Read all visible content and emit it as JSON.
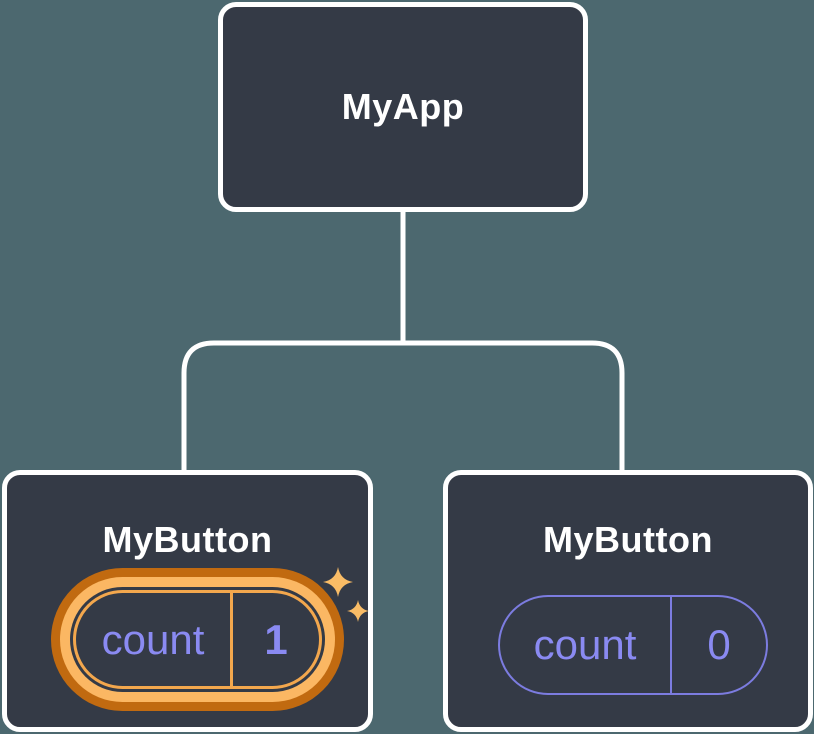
{
  "diagram": {
    "background_color": "#4C686F",
    "node_fill_color": "#343A46",
    "node_border_color": "#FFFFFF",
    "connector_color": "#FFFFFF",
    "highlight_outer_ring_color": "#C16A10",
    "highlight_inner_ring_color": "#FBB763",
    "highlight_pill_line_color": "#F3A74D",
    "plain_pill_border_color": "#7C7CE0",
    "state_text_color": "#8A8AF2",
    "sparkle_color": "#F9BC66"
  },
  "tree": {
    "root": {
      "label": "MyApp"
    },
    "children": [
      {
        "label": "MyButton",
        "state_name": "count",
        "state_value": "1",
        "highlighted": true
      },
      {
        "label": "MyButton",
        "state_name": "count",
        "state_value": "0",
        "highlighted": false
      }
    ]
  }
}
